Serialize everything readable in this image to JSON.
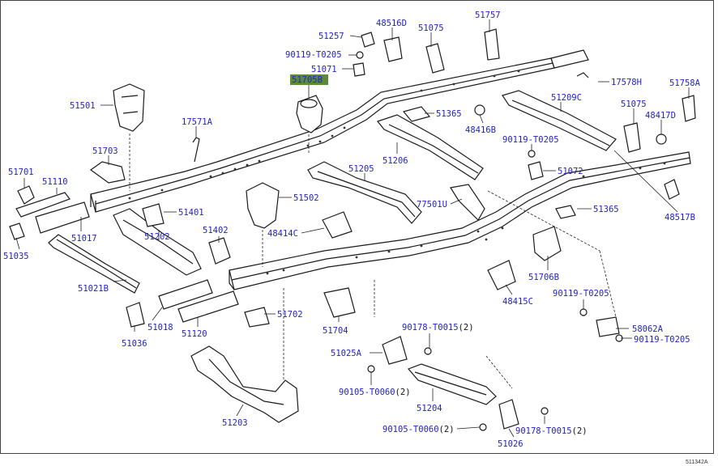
{
  "diagram_code": "511342A",
  "highlight_color": "#5c8a3a",
  "label_color": "#2222cc",
  "labels": {
    "l51257": "51257",
    "l48516d": "48516D",
    "l51075a": "51075",
    "l51757": "51757",
    "l90119a": "90119-T0205",
    "l51071": "51071",
    "l51705b": "51705B",
    "l17578h": "17578H",
    "l51758a": "51758A",
    "l51501": "51501",
    "l51365a": "51365",
    "l51209c": "51209C",
    "l51075b": "51075",
    "l48417d": "48417D",
    "l17571a": "17571A",
    "l48416b": "48416B",
    "l90119b": "90119-T0205",
    "l51703": "51703",
    "l51206": "51206",
    "l51072": "51072",
    "l51701": "51701",
    "l51110": "51110",
    "l51205": "51205",
    "l51502": "51502",
    "l77501u": "77501U",
    "l51365b": "51365",
    "l48517b": "48517B",
    "l51401": "51401",
    "l51017": "51017",
    "l51402": "51402",
    "l48414c": "48414C",
    "l51035": "51035",
    "l51202": "51202",
    "l51706b": "51706B",
    "l51021b": "51021B",
    "l90119c": "90119-T0205",
    "l48415c": "48415C",
    "l51702": "51702",
    "l58062a": "58062A",
    "l51018": "51018",
    "l90178a": "90178-T0015",
    "l90178a_q": "(2)",
    "l90119d": "90119-T0205",
    "l51036": "51036",
    "l51120": "51120",
    "l51704": "51704",
    "l51025a": "51025A",
    "l90105a": "90105-T0060",
    "l90105a_q": "(2)",
    "l51204": "51204",
    "l51203": "51203",
    "l90105b": "90105-T0060",
    "l90105b_q": "(2)",
    "l90178b": "90178-T0015",
    "l90178b_q": "(2)",
    "l51026": "51026"
  }
}
